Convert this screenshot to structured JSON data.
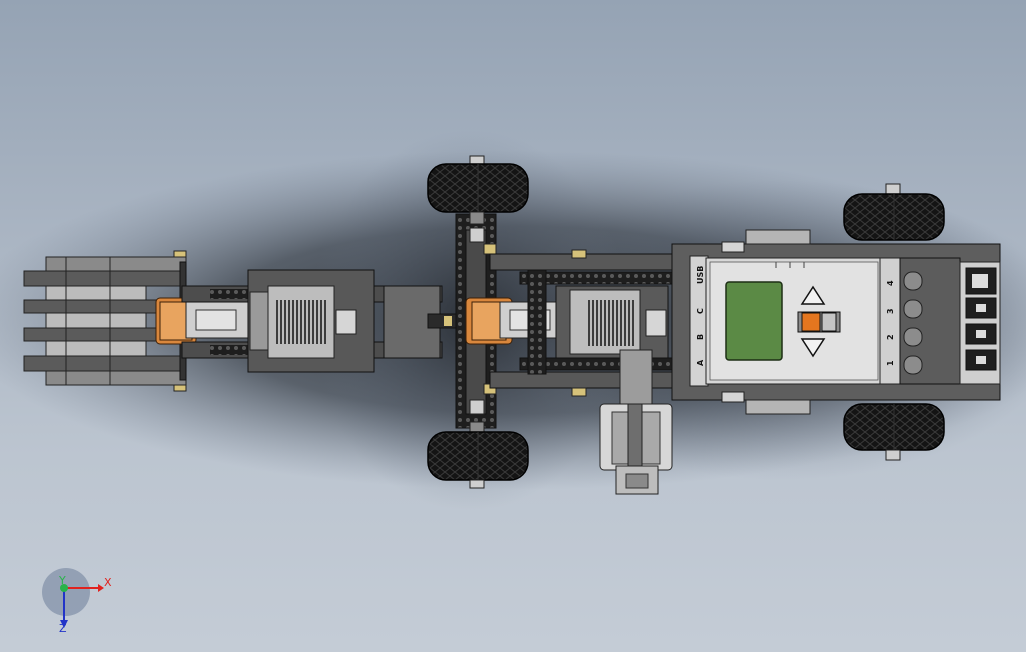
{
  "colors": {
    "brick_dark": "#4a4a4a",
    "brick_mid": "#6e6e6e",
    "brick_light": "#c8c8c8",
    "brick_white": "#d9d9d9",
    "tire": "#161616",
    "orange": "#d4742a",
    "lcd": "#5b8a45",
    "shadow": "#3a4048",
    "axis_x": "#e0221e",
    "axis_y": "#29b34a",
    "axis_z": "#2234c8"
  },
  "nxt": {
    "output_ports": [
      "A",
      "B",
      "C",
      "USB"
    ],
    "input_ports": [
      "1",
      "2",
      "3",
      "4"
    ],
    "button_icons": [
      "triangle-up-icon",
      "orange-center-button",
      "triangle-down-icon"
    ]
  },
  "triad": {
    "x_label": "X",
    "y_label": "Y",
    "z_label": "Z"
  }
}
